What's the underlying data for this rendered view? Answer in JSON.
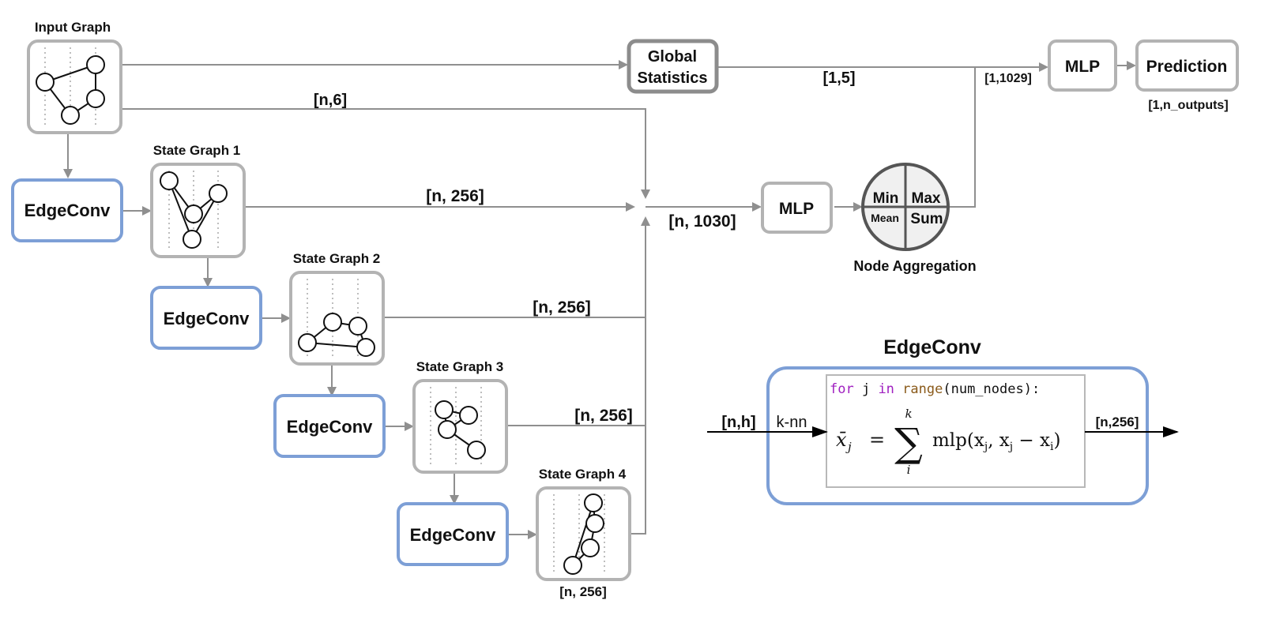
{
  "input_graph": {
    "title": "Input Graph"
  },
  "state_graphs": [
    {
      "title": "State Graph 1"
    },
    {
      "title": "State Graph 2"
    },
    {
      "title": "State Graph 3"
    },
    {
      "title": "State Graph 4"
    }
  ],
  "edgeconv_label": "EdgeConv",
  "global_statistics": {
    "line1": "Global",
    "line2": "Statistics"
  },
  "mlp_label": "MLP",
  "prediction_label": "Prediction",
  "aggregation": {
    "min": "Min",
    "max": "Max",
    "mean": "Mean",
    "sum": "Sum",
    "caption": "Node Aggregation"
  },
  "dims": {
    "global_out": "[1,5]",
    "input_skip": "[n,6]",
    "sg1_out": "[n, 256]",
    "sg2_out": "[n, 256]",
    "sg3_out": "[n, 256]",
    "sg4_out": "[n, 256]",
    "concat": "[n, 1030]",
    "pooled": "[1,1029]",
    "outputs": "[1,n_outputs]"
  },
  "edgeconv_detail": {
    "title": "EdgeConv",
    "input_dim": "[n,h]",
    "knn": "k-nn",
    "output_dim": "[n,256]",
    "code": {
      "kw_for": "for",
      "var": " j ",
      "kw_in": "in",
      "fn": "range",
      "args": "(num_nodes):"
    },
    "formula": {
      "lhs": "x̄",
      "lhs_sub": "j",
      "eq": "=",
      "sum_top": "k",
      "sum_bottom": "i",
      "sigma": "∑",
      "body": "mlp(x",
      "body_sub1": "j",
      "body_mid": ", x",
      "body_sub2": "j",
      "body_minus": " − x",
      "body_sub3": "i",
      "body_end": ")"
    }
  },
  "colors": {
    "node_box": "#b3b3b3",
    "edgeconv_box": "#7d9fd6",
    "global_box": "#8c8c8c",
    "arrows": "#8f8f8f",
    "code_keyword": "#a020c0",
    "code_function": "#8a5a1a"
  }
}
